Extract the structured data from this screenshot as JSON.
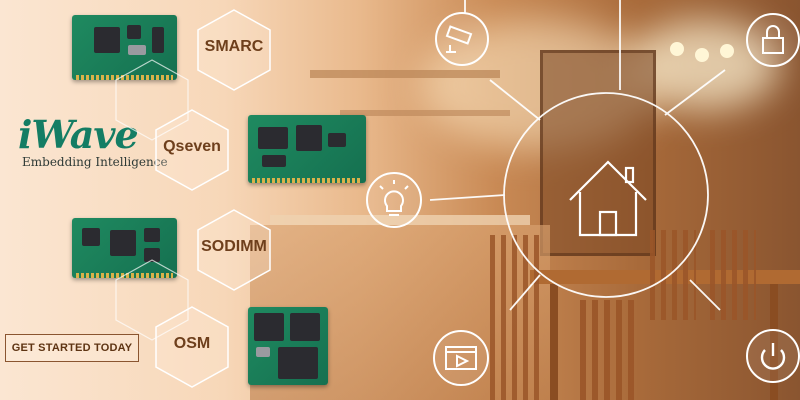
{
  "brand": {
    "logo_text": "iWave",
    "tagline": "Embedding Intelligence"
  },
  "cta": {
    "label": "GET STARTED TODAY"
  },
  "modules": [
    {
      "label": "SMARC"
    },
    {
      "label": "Qseven"
    },
    {
      "label": "SODIMM"
    },
    {
      "label": "OSM"
    }
  ],
  "iot_icons": [
    "cctv-camera-icon",
    "lock-icon",
    "lightbulb-icon",
    "home-icon",
    "video-play-icon",
    "power-icon"
  ],
  "colors": {
    "brand_green": "#147d64",
    "hex_label": "#6e3f1c",
    "cta_text": "#5e3413"
  }
}
